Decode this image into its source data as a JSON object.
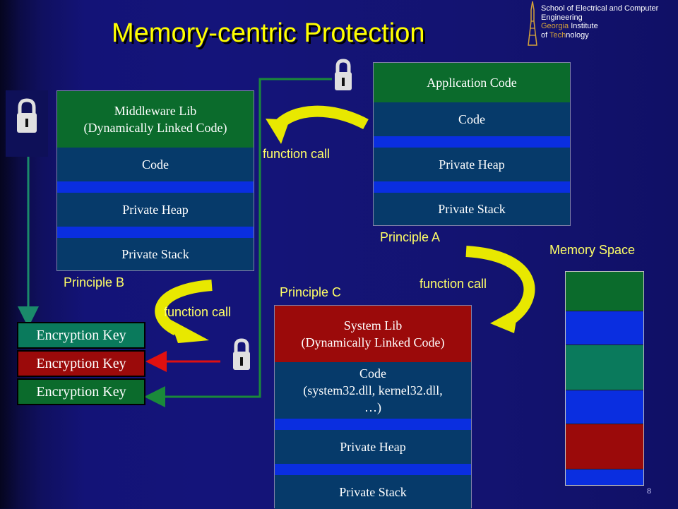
{
  "title": "Memory-centric Protection",
  "logo": {
    "line1": "School of Electrical and Computer",
    "line2": "Engineering",
    "line3a": "Georgia",
    "line3b": " Institute",
    "line4a": "of ",
    "line4b": "Tech",
    "line4c": "nology"
  },
  "middleware": {
    "header_line1": "Middleware Lib",
    "header_line2": "(Dynamically Linked Code)",
    "code": "Code",
    "heap": "Private Heap",
    "stack": "Private Stack",
    "principle": "Principle  B"
  },
  "application": {
    "header": "Application Code",
    "code": "Code",
    "heap": "Private Heap",
    "stack": "Private Stack",
    "principle": "Principle  A"
  },
  "system": {
    "header_line1": "System Lib",
    "header_line2": "(Dynamically Linked Code)",
    "code_line1": "Code",
    "code_line2": "(system32.dll, kernel32.dll,",
    "code_line3": "…)",
    "heap": "Private Heap",
    "stack": "Private Stack",
    "principle": "Principle  C"
  },
  "arrows": {
    "call_top": "function call",
    "call_right": "function call",
    "call_left": "function call"
  },
  "keys": [
    "Encryption Key",
    "Encryption Key",
    "Encryption Key"
  ],
  "memory_space_label": "Memory Space",
  "page_number": "8",
  "colors": {
    "title": "#ffff00",
    "green": "#0b6b2c",
    "red": "#9b0a0a",
    "teal": "#0a7a5c",
    "blue": "#0a2ee0",
    "dark_blue": "#063a6a",
    "arrow_yellow": "#e8e800"
  }
}
